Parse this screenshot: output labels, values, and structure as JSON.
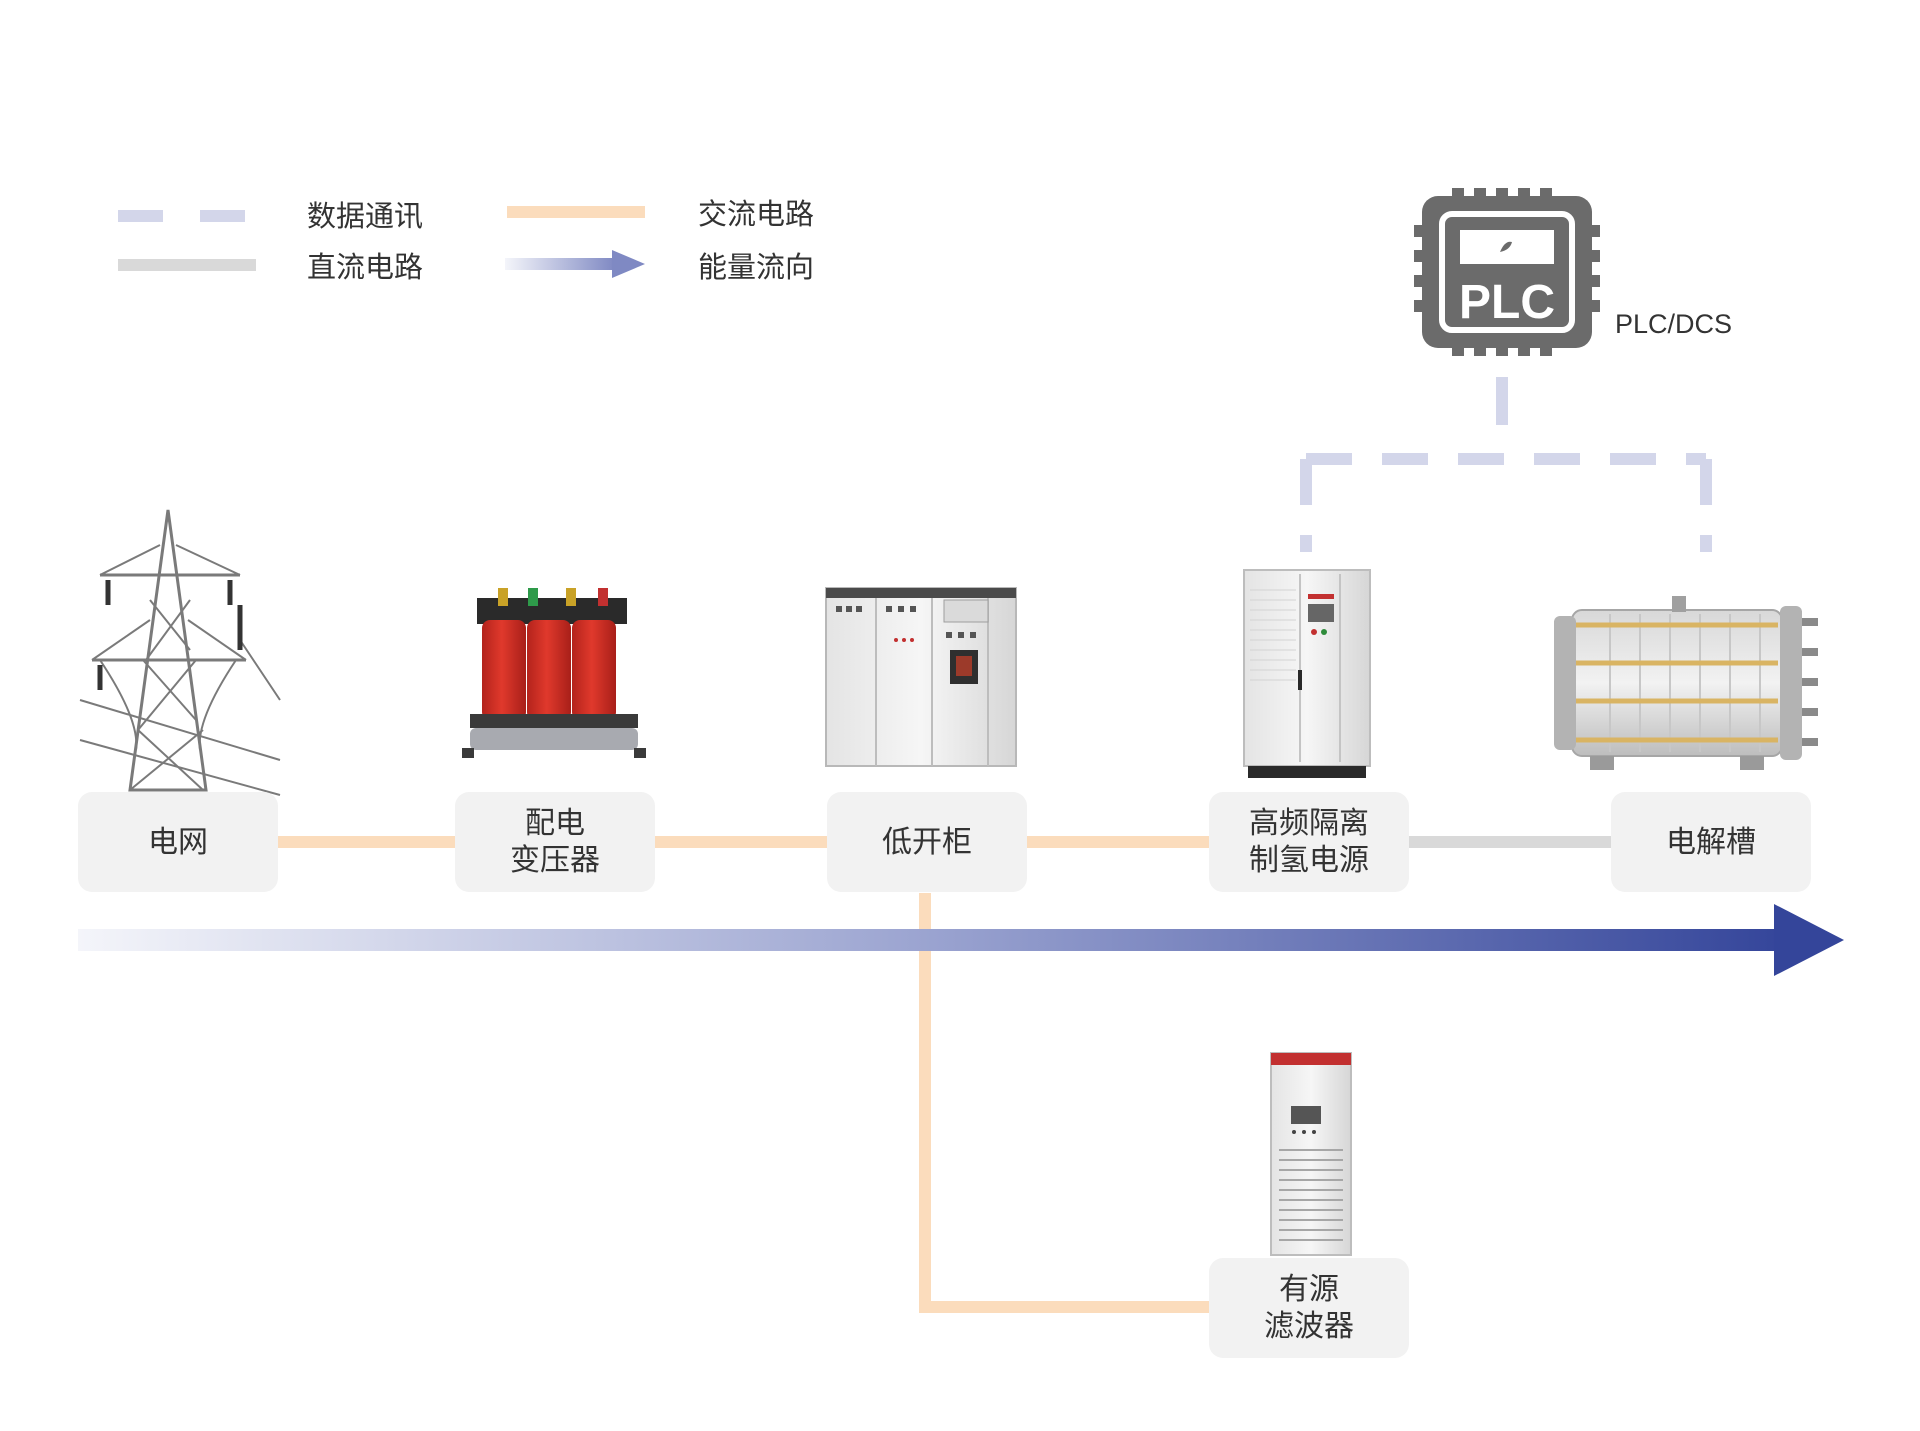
{
  "legend": {
    "data_comm": "数据通讯",
    "dc_circuit": "直流电路",
    "ac_circuit": "交流电路",
    "energy_flow": "能量流向"
  },
  "plc": {
    "badge": "PLC",
    "label": "PLC/DCS"
  },
  "nodes": {
    "grid": {
      "line1": "电网"
    },
    "transformer": {
      "line1": "配电",
      "line2": "变压器"
    },
    "low_voltage_cabinet": {
      "line1": "低开柜"
    },
    "hf_power_supply": {
      "line1": "高频隔离",
      "line2": "制氢电源"
    },
    "electrolyzer": {
      "line1": "电解槽"
    },
    "active_filter": {
      "line1": "有源",
      "line2": "滤波器"
    }
  },
  "colors": {
    "data_comm": "#d3d6ea",
    "ac_circuit": "#fbdcbc",
    "dc_circuit": "#d9d9d9",
    "energy_flow_start": "#f2f3f9",
    "energy_flow_end": "#3a4a9c",
    "node_bg": "#f2f2f2",
    "plc_icon": "#6b6b6b"
  },
  "icons": {
    "grid": "transmission-tower-icon",
    "transformer": "dry-transformer-icon",
    "low_voltage_cabinet": "switchgear-cabinet-icon",
    "hf_power_supply": "power-supply-cabinet-icon",
    "electrolyzer": "electrolyzer-icon",
    "active_filter": "filter-cabinet-icon",
    "plc": "plc-chip-icon"
  }
}
